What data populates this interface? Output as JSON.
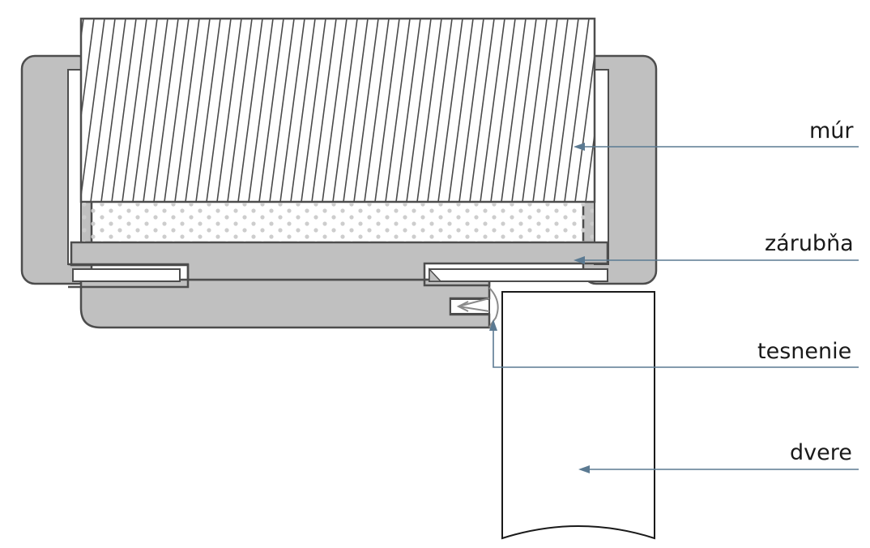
{
  "labels": {
    "wall": "múr",
    "frame": "zárubňa",
    "seal": "tesnenie",
    "door": "dvere"
  },
  "colors": {
    "frame_fill": "#c0c0c0",
    "outline": "#4d4d4d",
    "leader_line": "#5b7a92",
    "wall_hatch": "#4a4a4a",
    "fill_dots": "#c8c8c8",
    "background": "#ffffff"
  }
}
